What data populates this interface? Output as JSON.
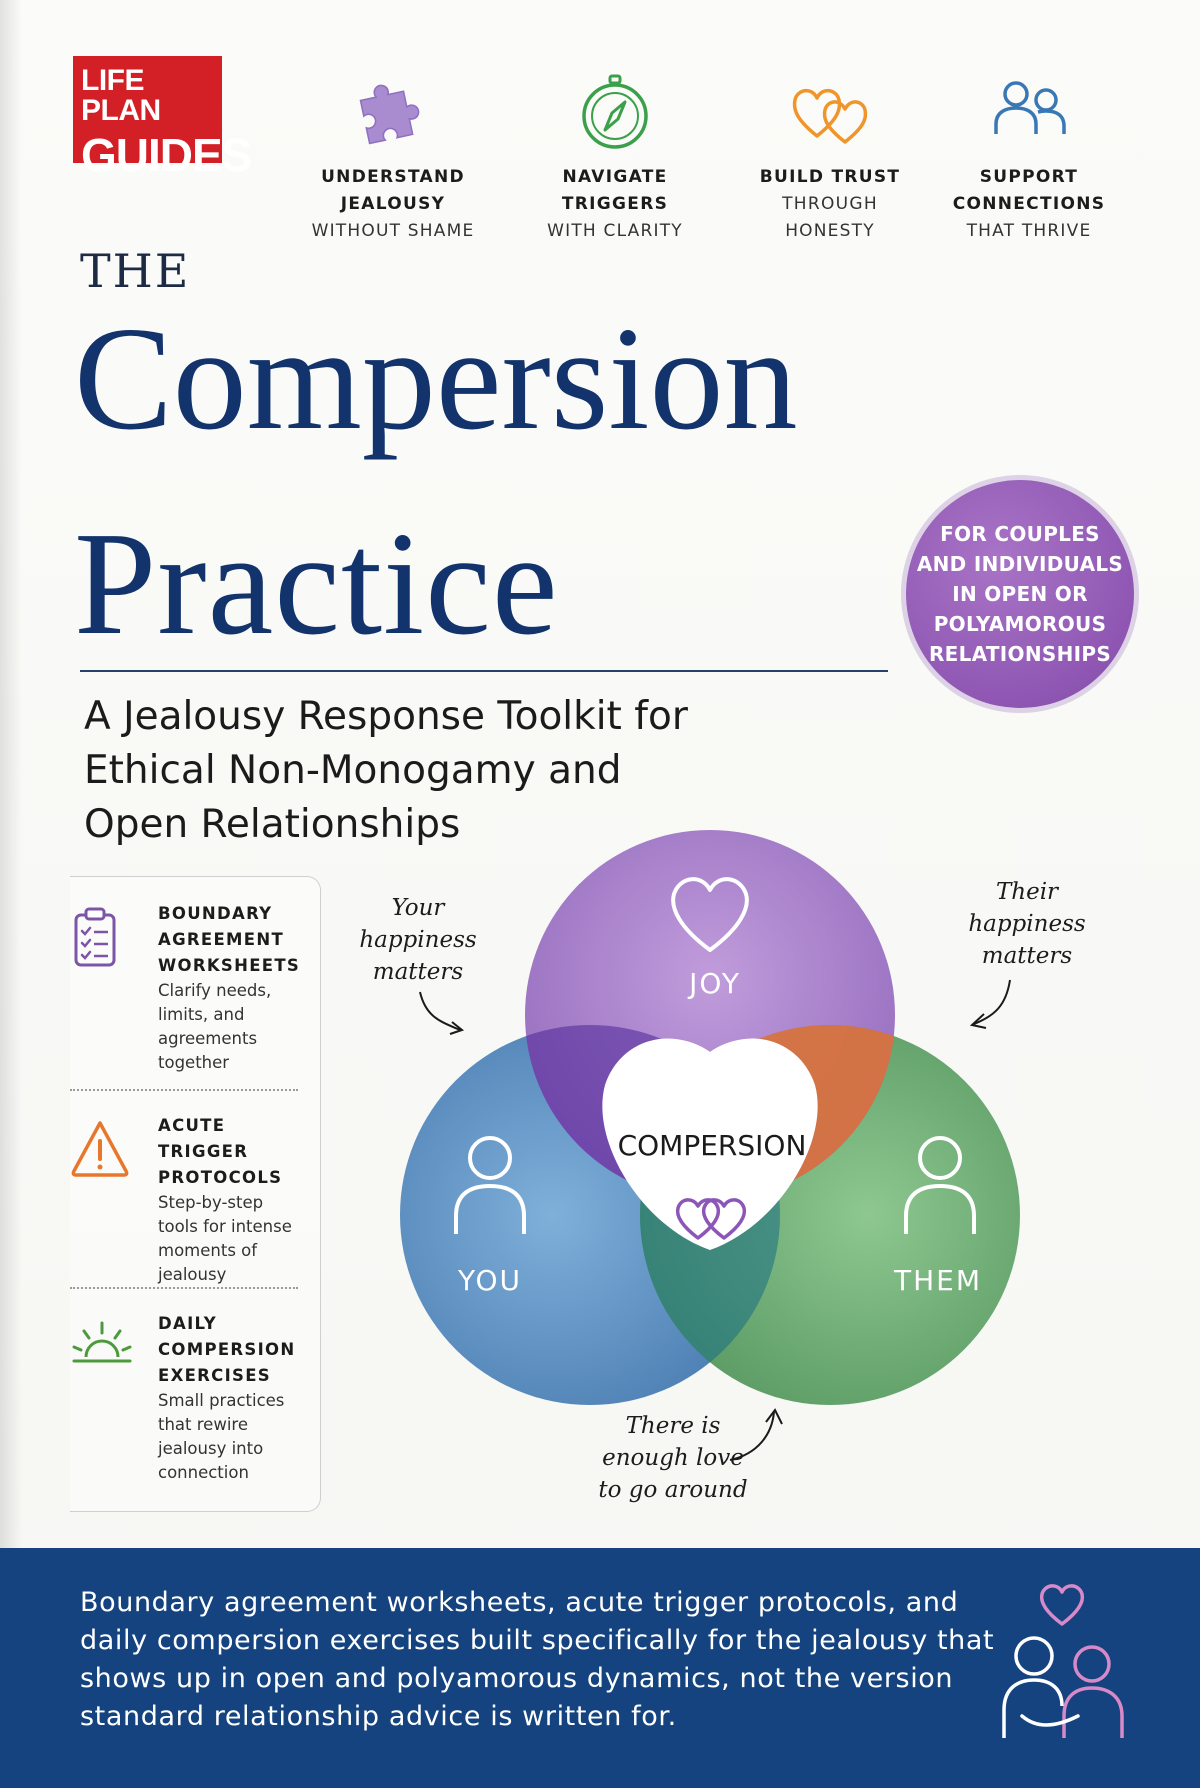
{
  "brand": {
    "line1": "LIFE PLAN",
    "line2": "GUIDES"
  },
  "features": [
    {
      "line1": "UNDERSTAND",
      "line2": "JEALOUSY",
      "line3": "WITHOUT SHAME",
      "icon": "puzzle-icon",
      "color": "#9a7bc4"
    },
    {
      "line1": "NAVIGATE",
      "line2": "TRIGGERS",
      "line3": "WITH CLARITY",
      "icon": "compass-icon",
      "color": "#3aa04a"
    },
    {
      "line1": "BUILD TRUST",
      "line2": "THROUGH",
      "line3": "HONESTY",
      "icon": "two-hearts-icon",
      "color": "#f0952a"
    },
    {
      "line1": "SUPPORT",
      "line2": "CONNECTIONS",
      "line3": "THAT THRIVE",
      "icon": "people-icon",
      "color": "#3a78b5"
    }
  ],
  "title": {
    "prefix": "THE",
    "line1": "Compersion",
    "line2": "Practice"
  },
  "subtitle": {
    "line1": "A Jealousy Response Toolkit for",
    "line2": "Ethical Non-Monogamy and",
    "line3": "Open Relationships"
  },
  "badge": {
    "line1": "FOR COUPLES",
    "line2": "AND INDIVIDUALS",
    "line3": "IN OPEN OR",
    "line4": "POLYAMOROUS",
    "line5": "RELATIONSHIPS",
    "color": "#8f57b3"
  },
  "panel": [
    {
      "heading": [
        "BOUNDARY",
        "AGREEMENT",
        "WORKSHEETS"
      ],
      "desc": [
        "Clarify needs,",
        "limits, and",
        "agreements",
        "together"
      ],
      "icon": "clipboard-checklist-icon"
    },
    {
      "heading": [
        "ACUTE TRIGGER",
        "PROTOCOLS"
      ],
      "desc": [
        "Step-by-step",
        "tools for intense",
        "moments of",
        "jealousy"
      ],
      "icon": "warning-icon"
    },
    {
      "heading": [
        "DAILY",
        "COMPERSION",
        "EXERCISES"
      ],
      "desc": [
        "Small practices",
        "that rewire",
        "jealousy into",
        "connection"
      ],
      "icon": "sunrise-icon"
    }
  ],
  "venn": {
    "top_label": "JOY",
    "left_label": "YOU",
    "right_label": "THEM",
    "center_label": "COMPERSION",
    "note_left": [
      "Your",
      "happiness",
      "matters"
    ],
    "note_right": [
      "Their",
      "happiness",
      "matters"
    ],
    "note_bottom": [
      "There is",
      "enough love",
      "to go around"
    ],
    "colors": {
      "joy": "#9b6cc2",
      "you": "#3d7cb8",
      "them": "#4f9a5a",
      "overlap_top_right": "#d9733a"
    }
  },
  "footer": {
    "line1": "Boundary agreement worksheets, acute trigger protocols, and",
    "line2": "daily compersion exercises built specifically for the jealousy that",
    "line3": "shows up in open and polyamorous dynamics, not the version",
    "line4": "standard relationship advice is written for.",
    "background": "#14437f",
    "icon": "couple-heart-icon"
  }
}
